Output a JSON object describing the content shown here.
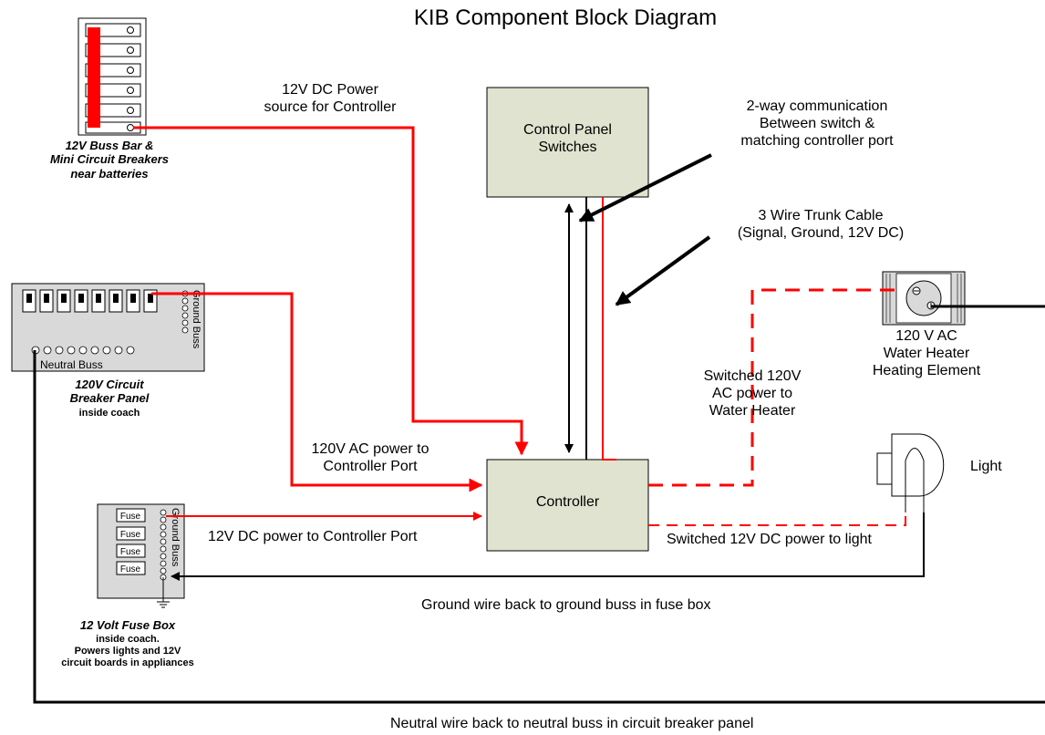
{
  "title": "KIB Component Block Diagram",
  "blocks": {
    "control_panel": "Control Panel\nSwitches",
    "controller": "Controller"
  },
  "components": {
    "buss_bar": {
      "caption": "12V Buss Bar &\nMini Circuit Breakers\nnear batteries"
    },
    "breaker_panel": {
      "ground_label": "Ground Buss",
      "neutral_label": "Neutral Buss",
      "caption": "120V Circuit\nBreaker Panel",
      "subcaption": "inside coach"
    },
    "fuse_box": {
      "fuse_labels": [
        "Fuse",
        "Fuse",
        "Fuse",
        "Fuse"
      ],
      "ground_label": "Ground Buss",
      "caption": "12 Volt Fuse Box",
      "subcaption": "inside coach.\nPowers lights and 12V\ncircuit boards in appliances"
    },
    "water_heater": {
      "label": "120 V AC\nWater Heater\nHeating Element"
    },
    "light": {
      "label": "Light"
    }
  },
  "labels": {
    "dc_source": "12V DC Power\nsource for Controller",
    "two_way": "2-way communication\nBetween switch &\nmatching controller port",
    "trunk": "3 Wire Trunk Cable\n(Signal, Ground, 12V DC)",
    "ac_power": "120V AC power to\nController Port",
    "dc_power": "12V DC power to Controller Port",
    "switched_ac": "Switched 120V\nAC power to\nWater Heater",
    "switched_dc": "Switched 12V DC power to light",
    "ground_wire": "Ground wire back to ground buss in fuse box",
    "neutral_wire": "Neutral wire back to neutral buss in circuit breaker panel"
  },
  "colors": {
    "wire_power": "#ff0000",
    "wire_neutral": "#000000",
    "block_fill": "#dfe3cf",
    "panel_fill": "#d9d9d9"
  }
}
